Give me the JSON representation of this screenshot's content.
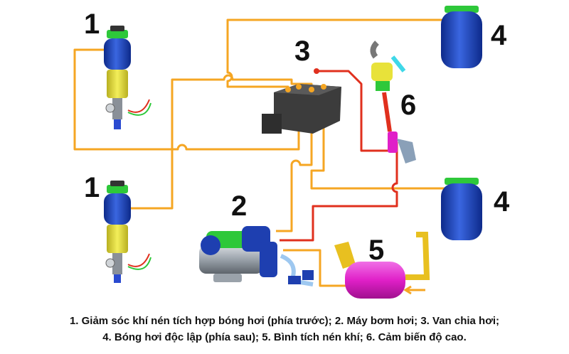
{
  "labels": {
    "front_strut": "1",
    "compressor": "2",
    "valve_block": "3",
    "rear_air_spring": "4",
    "reservoir": "5",
    "height_sensor": "6"
  },
  "caption": {
    "line1": "1. Giảm sóc khí nén tích hợp bóng hơi (phía trước); 2. Máy bơm hơi; 3. Van chia hơi;",
    "line2": "4. Bóng hơi độc lập (phía sau); 5. Bình tích nén khí; 6. Cảm biến độ cao."
  },
  "colors": {
    "orange_line": "#f5a623",
    "red_line": "#e0301e",
    "bellows_blue": "#1e3fb0",
    "strut_yellow": "#e8e23a",
    "valve_block": "#3c3c3c",
    "compressor_green": "#2ec83a",
    "reservoir_magenta": "#e020c8"
  }
}
